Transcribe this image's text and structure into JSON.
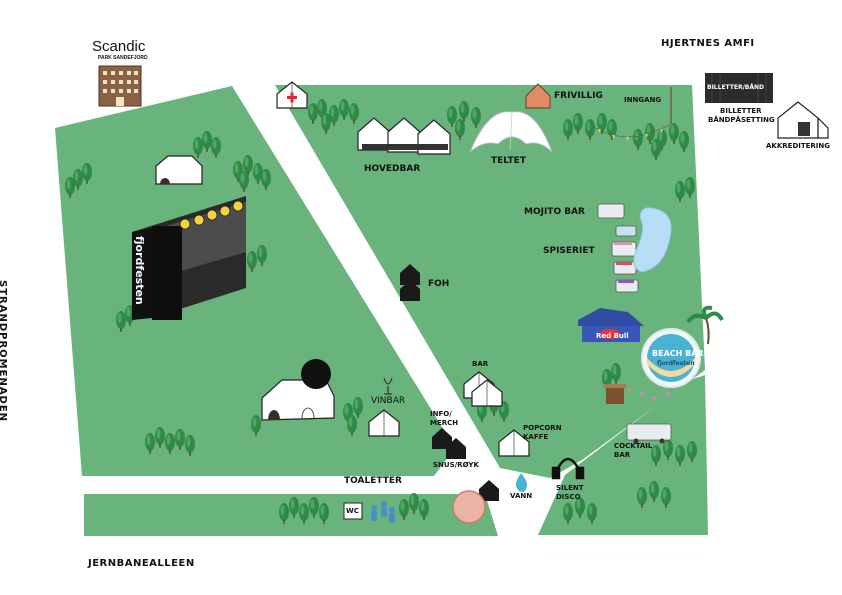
{
  "hotel": {
    "name": "Scandic",
    "sub": "PARK SANDEFJORD"
  },
  "roads": {
    "strandpromenaden": "STRANDPROMENADEN",
    "jernbanealleen": "JERNBANEALLEEN",
    "hjertnes": "HJERTNES AMFI"
  },
  "labels": {
    "hovedbar": "HOVEDBAR",
    "teltet": "TELTET",
    "frivillig": "FRIVILLIG",
    "inngang": "INNGANG",
    "billetter_sign": "BILLETTER/BÅND",
    "billetter": "BILLETTER",
    "bandpasetting": "BÅNDPÅSETTING",
    "akkreditering": "AKKREDITERING",
    "mojito": "MOJITO BAR",
    "spiseriet": "SPISERIET",
    "foh": "FOH",
    "bar": "BAR",
    "vinbar": "VINBAR",
    "infomerch": "INFO/\nMERCH",
    "snus": "SNUS/RØYK",
    "popcorn": "POPCORN\nKAFFE",
    "toaletter": "TOALETTER",
    "vann": "VANN",
    "silent": "SILENT\nDISCO",
    "cocktail": "COCKTAIL\nBAR",
    "beach_bar": "BEACH BAR",
    "beach_sub": "fjordfesten",
    "redbull": "Red Bull",
    "stage_name": "fjordfesten",
    "wc": "WC"
  },
  "colors": {
    "grass": "#68b47c",
    "tree": "#2f8a48",
    "tree_light": "#4ea660",
    "path": "#ffffff"
  }
}
